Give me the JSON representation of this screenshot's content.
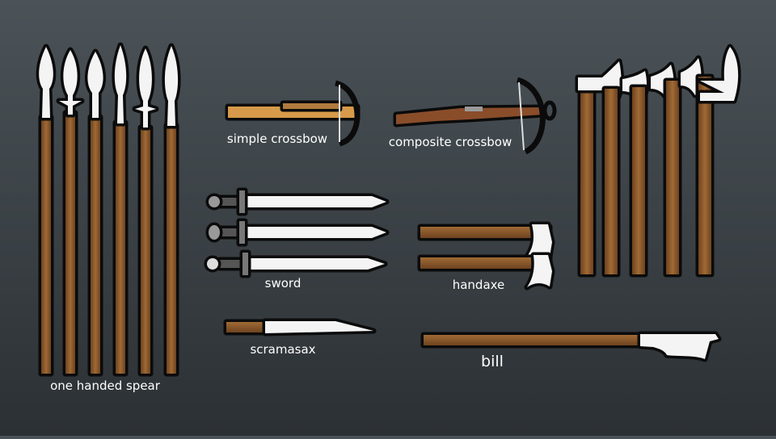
{
  "labels": {
    "spear": "one handed spear",
    "simple_crossbow": "simple crossbow",
    "composite_crossbow": "composite crossbow",
    "sword": "sword",
    "handaxe": "handaxe",
    "scramasax": "scramasax",
    "bill": "bill"
  },
  "colors": {
    "wood": "#8a5a2b",
    "wood_light": "#b07a3e",
    "steel": "#f2f2f2",
    "steel_shade": "#c8c8c8",
    "outline": "#0b0b0b",
    "simple_stock": "#d69a4a"
  }
}
